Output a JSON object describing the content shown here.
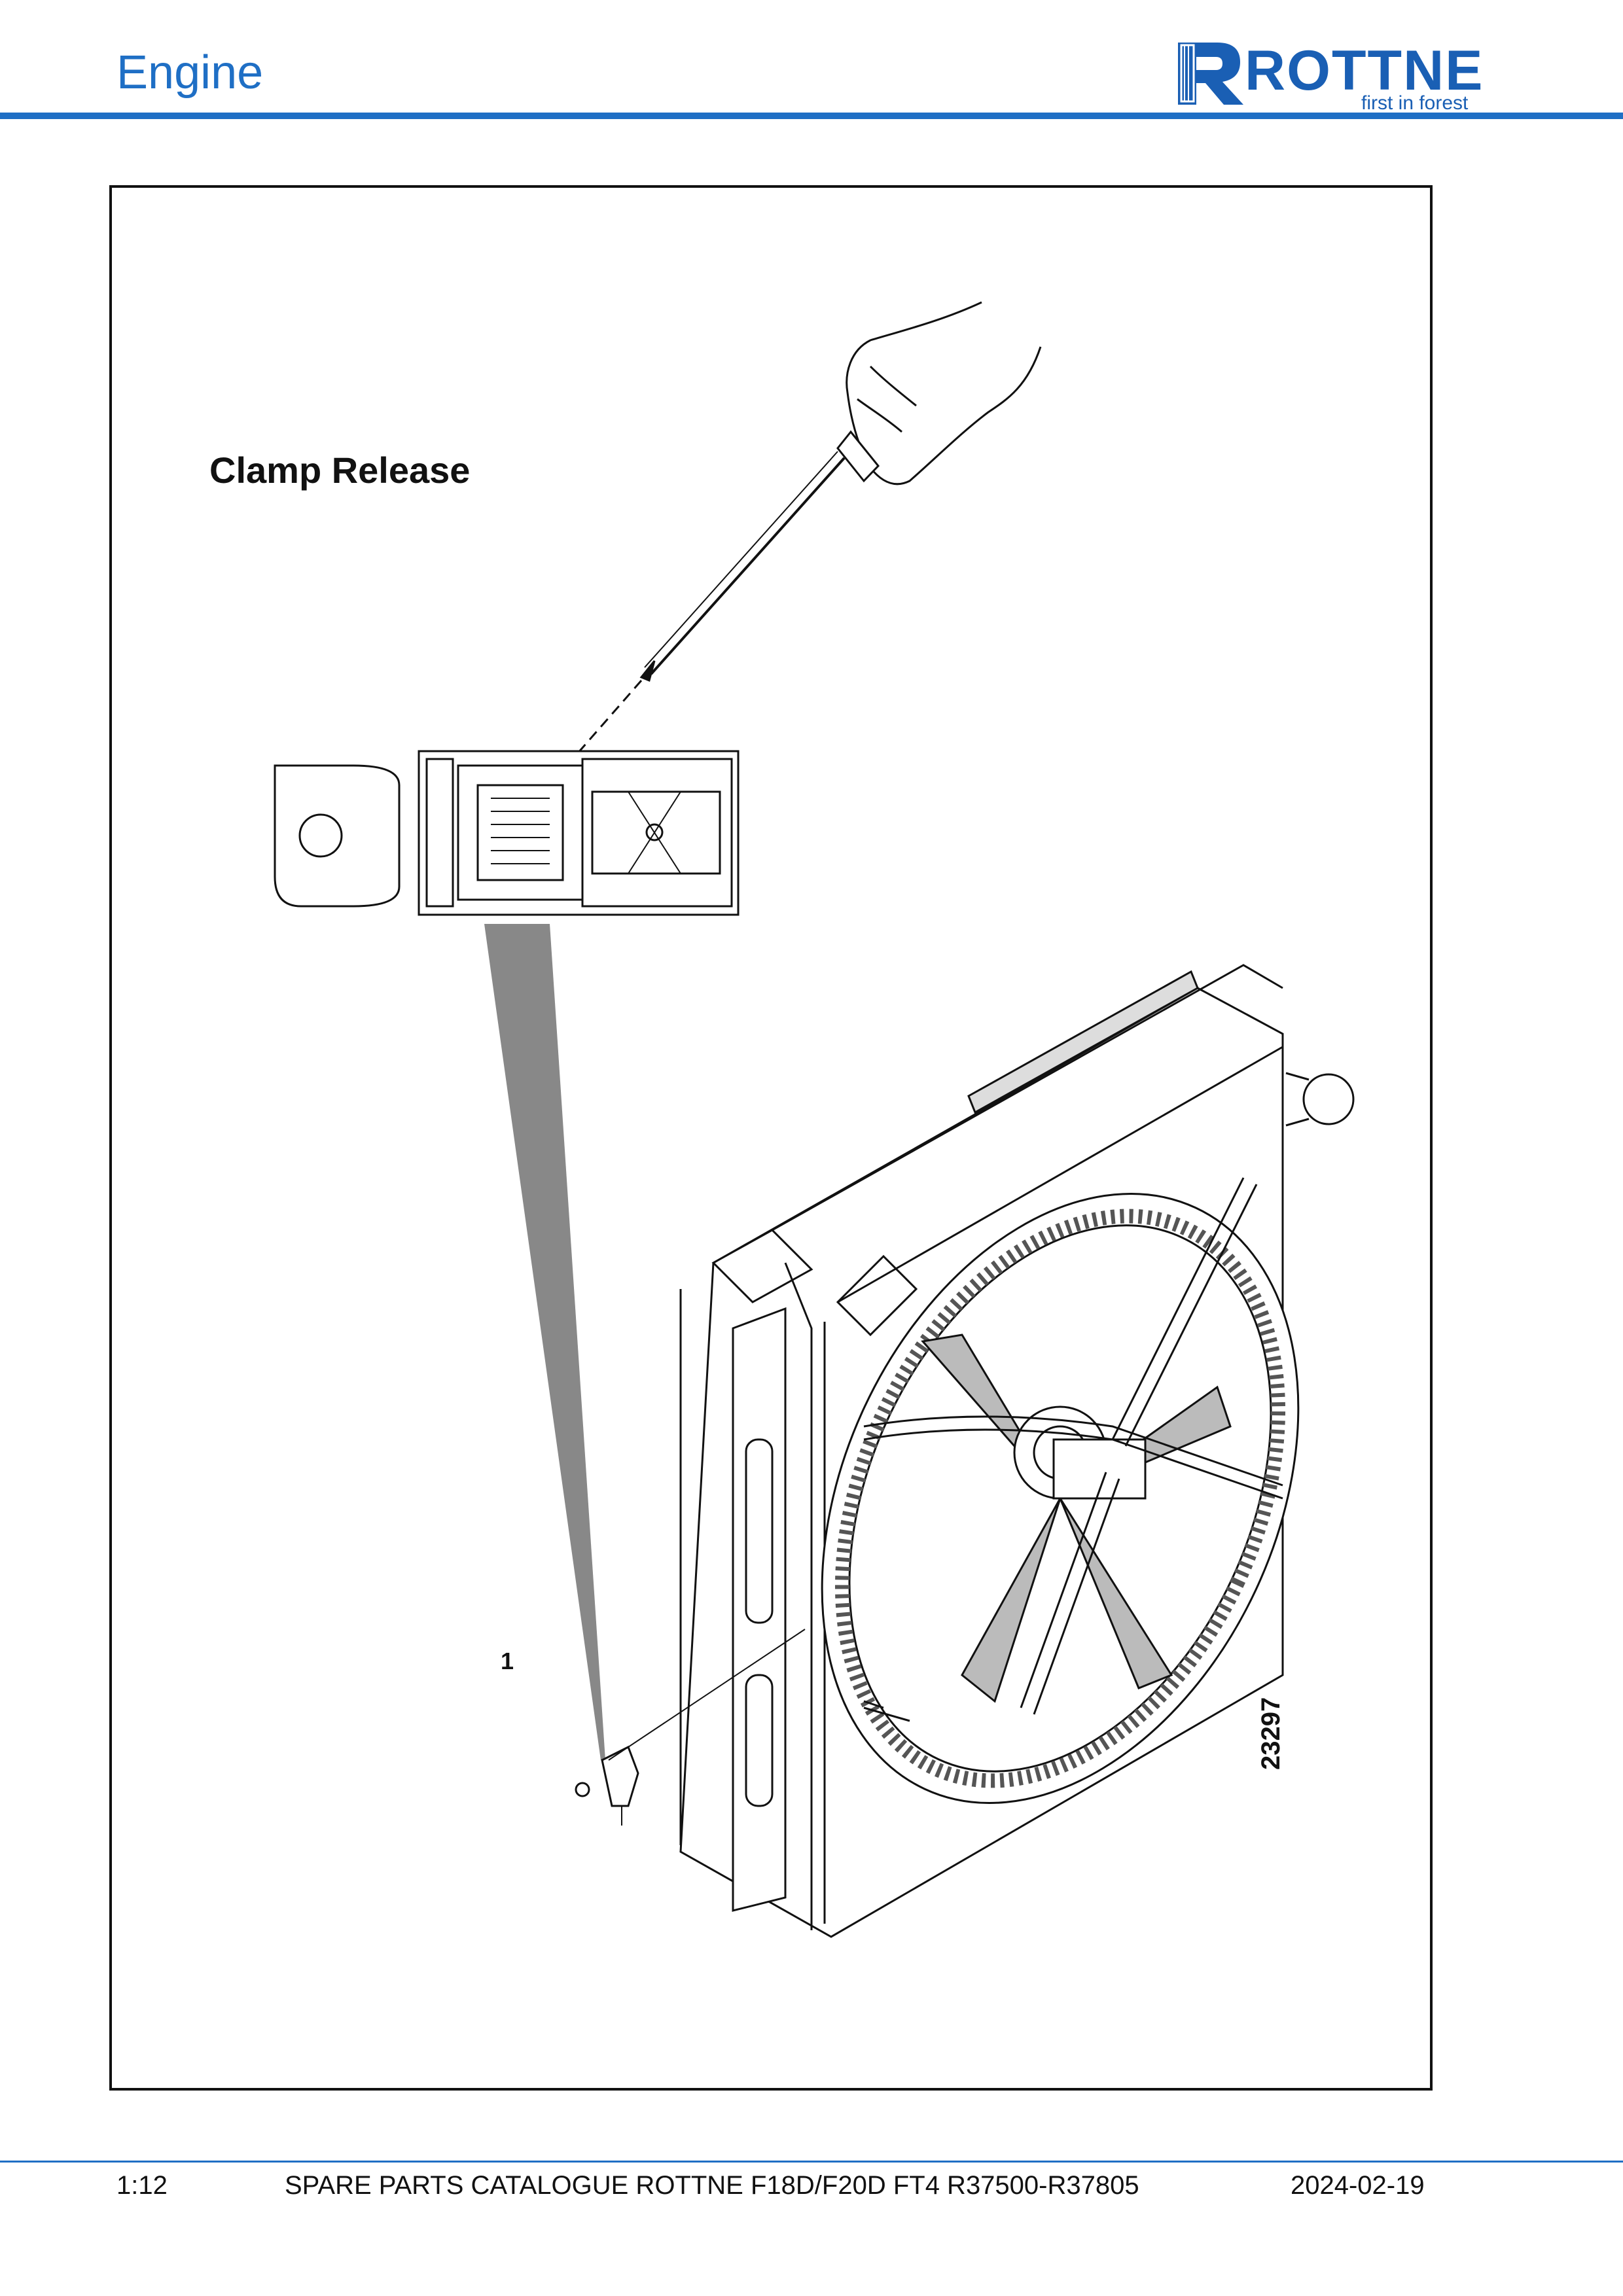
{
  "header": {
    "title": "Engine",
    "brand_name": "ROTTNE",
    "brand_tagline": "first in forest",
    "accent_color": "#1f6fc5"
  },
  "figure": {
    "callout_label": "Clamp Release",
    "part_callout": "1",
    "figure_number": "23297"
  },
  "footer": {
    "page": "1:12",
    "catalogue_title": "SPARE PARTS CATALOGUE ROTTNE F18D/F20D FT4 R37500-R37805",
    "date": "2024-02-19"
  }
}
